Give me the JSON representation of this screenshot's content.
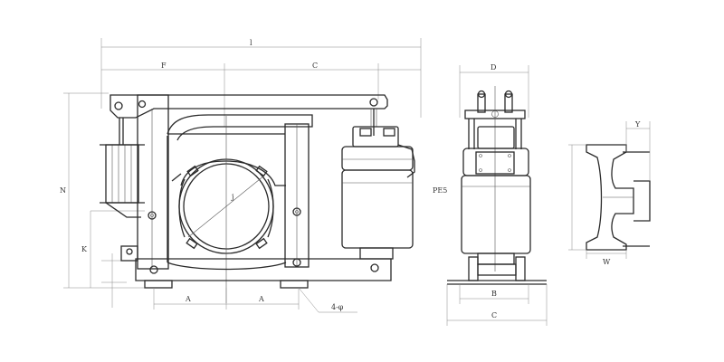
{
  "drawing": {
    "front_view": {
      "overall_length": "l",
      "left_offset": "F",
      "right_span": "C",
      "height": "N",
      "axis_height": "K",
      "bolt_spacing": "A",
      "bolt_spacing_2": "A",
      "mounting_holes": "4-φ",
      "drum_diameter": "j"
    },
    "side_view": {
      "width": "D",
      "base_width": "B",
      "overall_width": "C",
      "thruster_label": "PE5"
    },
    "shoe_view": {
      "shoe_width": "W",
      "offset": "Y"
    }
  }
}
